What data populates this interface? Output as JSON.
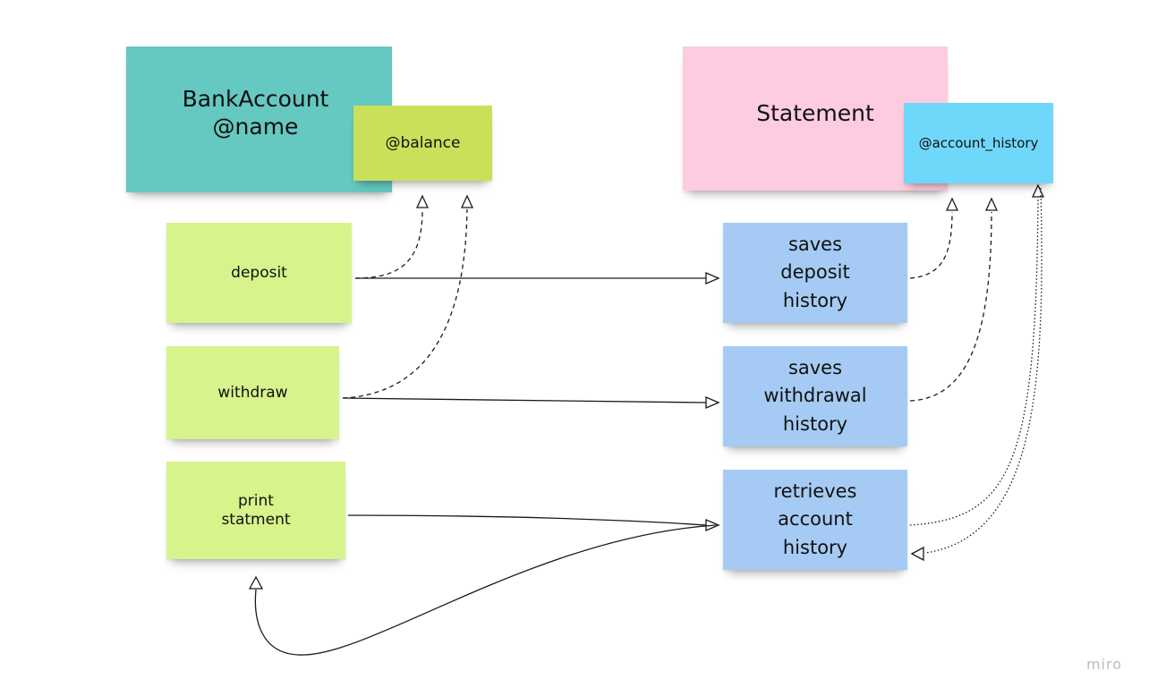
{
  "notes": {
    "bank_account": "BankAccount\n@name",
    "balance": "@balance",
    "statement": "Statement",
    "account_history": "@account_history",
    "deposit": "deposit",
    "withdraw": "withdraw",
    "print_statement": "print\nstatment",
    "saves_deposit": "saves\ndeposit\nhistory",
    "saves_withdrawal": "saves\nwithdrawal\nhistory",
    "retrieves_history": "retrieves\naccount\nhistory"
  },
  "watermark": "miro",
  "colors": {
    "teal": "#65c8c1",
    "lime": "#cbe05a",
    "pink": "#fecce0",
    "cyan": "#6fd7fa",
    "green": "#d6f38c",
    "blue": "#a5cbf4",
    "line": "#1a1a1a"
  },
  "connectors": [
    {
      "from": "deposit",
      "to": "saves_deposit",
      "style": "solid"
    },
    {
      "from": "withdraw",
      "to": "saves_withdrawal",
      "style": "solid"
    },
    {
      "from": "print_statement",
      "to": "retrieves_history",
      "style": "solid"
    },
    {
      "from": "retrieves_history",
      "to": "print_statement",
      "style": "solid"
    },
    {
      "from": "deposit",
      "to": "balance",
      "style": "dashed"
    },
    {
      "from": "withdraw",
      "to": "balance",
      "style": "dashed"
    },
    {
      "from": "saves_deposit",
      "to": "account_history",
      "style": "dashed"
    },
    {
      "from": "saves_withdrawal",
      "to": "account_history",
      "style": "dashed"
    },
    {
      "from": "retrieves_history",
      "to": "account_history",
      "style": "dotted"
    },
    {
      "from": "account_history",
      "to": "retrieves_history",
      "style": "dotted"
    }
  ]
}
